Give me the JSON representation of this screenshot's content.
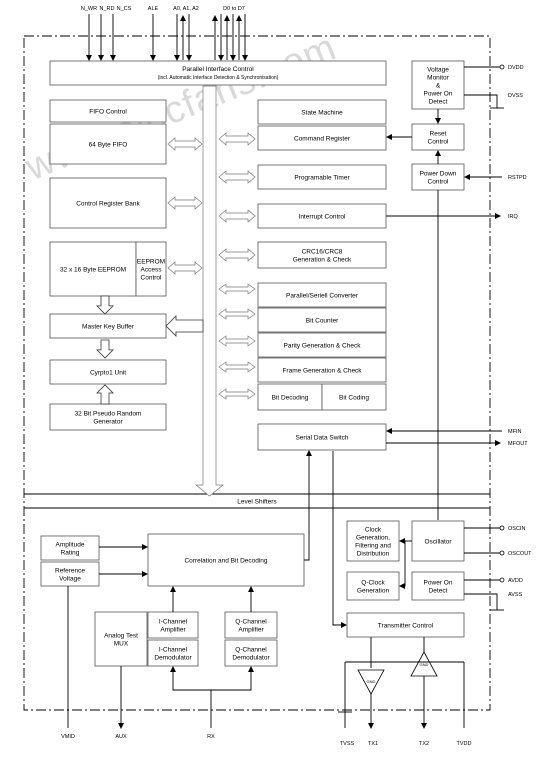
{
  "pins_top": {
    "n_wr": "N_WR",
    "n_rd": "N_RD",
    "n_cs": "N_CS",
    "ale": "ALE",
    "addr": "A0, A1, A2",
    "data": "D0 to D7"
  },
  "pins_right": {
    "dvdd": "DVDD",
    "dvss": "DVSS",
    "rstpd": "RSTPD",
    "irq": "IRQ",
    "mfin": "MFIN",
    "mfout": "MFOUT",
    "oscin": "OSCIN",
    "oscout": "OSCOUT",
    "avdd": "AVDD",
    "avss": "AVSS"
  },
  "pins_bottom": {
    "vmid": "VMID",
    "aux": "AUX",
    "rx": "RX",
    "tvss": "TVSS",
    "tx1": "TX1",
    "tx2": "TX2",
    "tvdd": "TVDD"
  },
  "blocks": {
    "parallel_interface": "Parallel Interface Control",
    "parallel_interface_sub": "(incl. Automatic Interface Detection & Synchronisation)",
    "voltage_monitor": [
      "Voltage",
      "Monitor",
      "&",
      "Power On",
      "Detect"
    ],
    "fifo_control": "FIFO Control",
    "fifo": "64 Byte FIFO",
    "state_machine": "State Machine",
    "command_register": "Command Register",
    "reset_control": [
      "Reset",
      "Control"
    ],
    "programable_timer": "Programable Timer",
    "power_down_control": [
      "Power Down",
      "Control"
    ],
    "control_register_bank": "Control Register Bank",
    "interrupt_control": "Interrupt Control",
    "crc": [
      "CRC16/CRC8",
      "Generation & Check"
    ],
    "eeprom": "32 x 16 Byte EEPROM",
    "eeprom_access": [
      "EEPROM",
      "Access",
      "Control"
    ],
    "parallel_serial": "Parallel/Seriell Converter",
    "bit_counter": "Bit Counter",
    "parity": "Parity Generation & Check",
    "frame": "Frame Generation & Check",
    "bit_decoding": "Bit Decoding",
    "bit_coding": "Bit Coding",
    "master_key_buffer": "Master Key Buffer",
    "crypto_unit": "Cyrpto1 Unit",
    "prng": [
      "32 Bit Pseudo Random",
      "Generator"
    ],
    "serial_data_switch": "Serial Data Switch",
    "level_shifters": "Level Shifters",
    "amplitude_rating": [
      "Amplitude",
      "Rating"
    ],
    "reference_voltage": [
      "Reference",
      "Voltage"
    ],
    "correlation": "Correlation and Bit Decoding",
    "clock_gen": [
      "Clock",
      "Generation,",
      "Filtering and",
      "Distribution"
    ],
    "oscillator": "Oscillator",
    "q_clock": [
      "Q-Clock",
      "Generation"
    ],
    "power_on_detect": [
      "Power On",
      "Detect"
    ],
    "analog_mux": [
      "Analog Test",
      "MUX"
    ],
    "i_amp": [
      "I-Channel",
      "Amplifier"
    ],
    "i_demod": [
      "I-Channel",
      "Demodulator"
    ],
    "q_amp": [
      "Q-Channel",
      "Amplifier"
    ],
    "q_demod": [
      "Q-Channel",
      "Demodulator"
    ],
    "transmitter_control": "Transmitter Control",
    "driver_label": "GND"
  },
  "watermark": "www.elecfans.com"
}
